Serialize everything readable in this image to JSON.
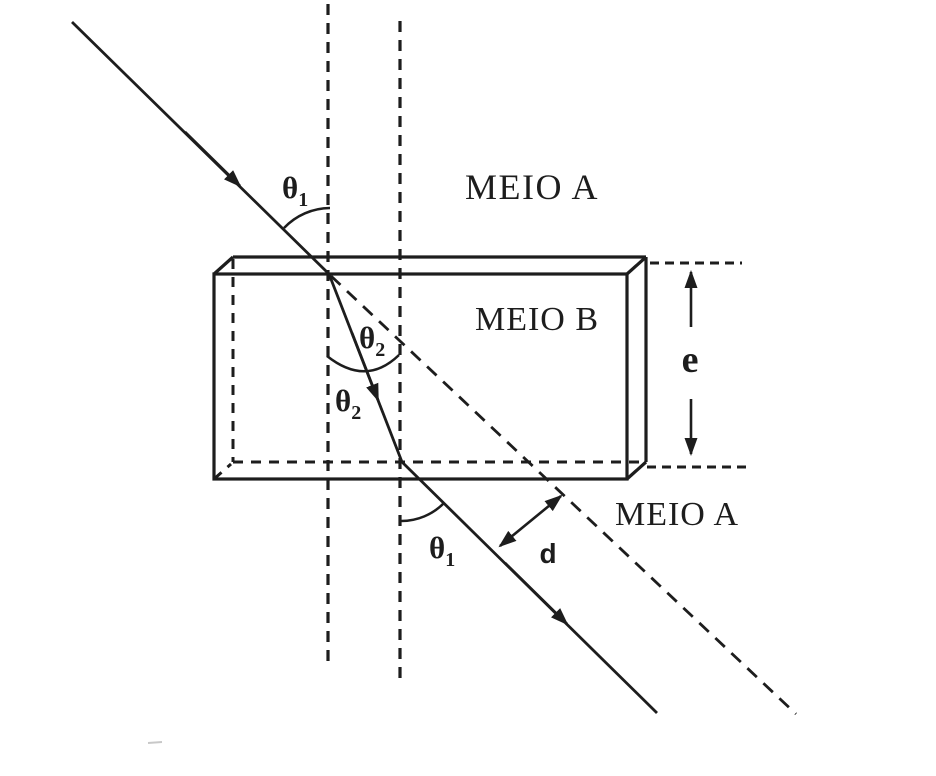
{
  "figure": {
    "description": "Refraction of a light ray through a parallel-sided slab showing lateral displacement",
    "background_color": "#ffffff",
    "ink_color": "#1d1d1d",
    "media_labels": {
      "top": "MEIO A",
      "slab": "MEIO B",
      "bottom": "MEIO A"
    },
    "angle_labels": {
      "theta": "θ",
      "incidence_subscript": "1",
      "refraction_subscript": "2"
    },
    "dimension_labels": {
      "slab_thickness": "e",
      "lateral_displacement": "d"
    }
  }
}
